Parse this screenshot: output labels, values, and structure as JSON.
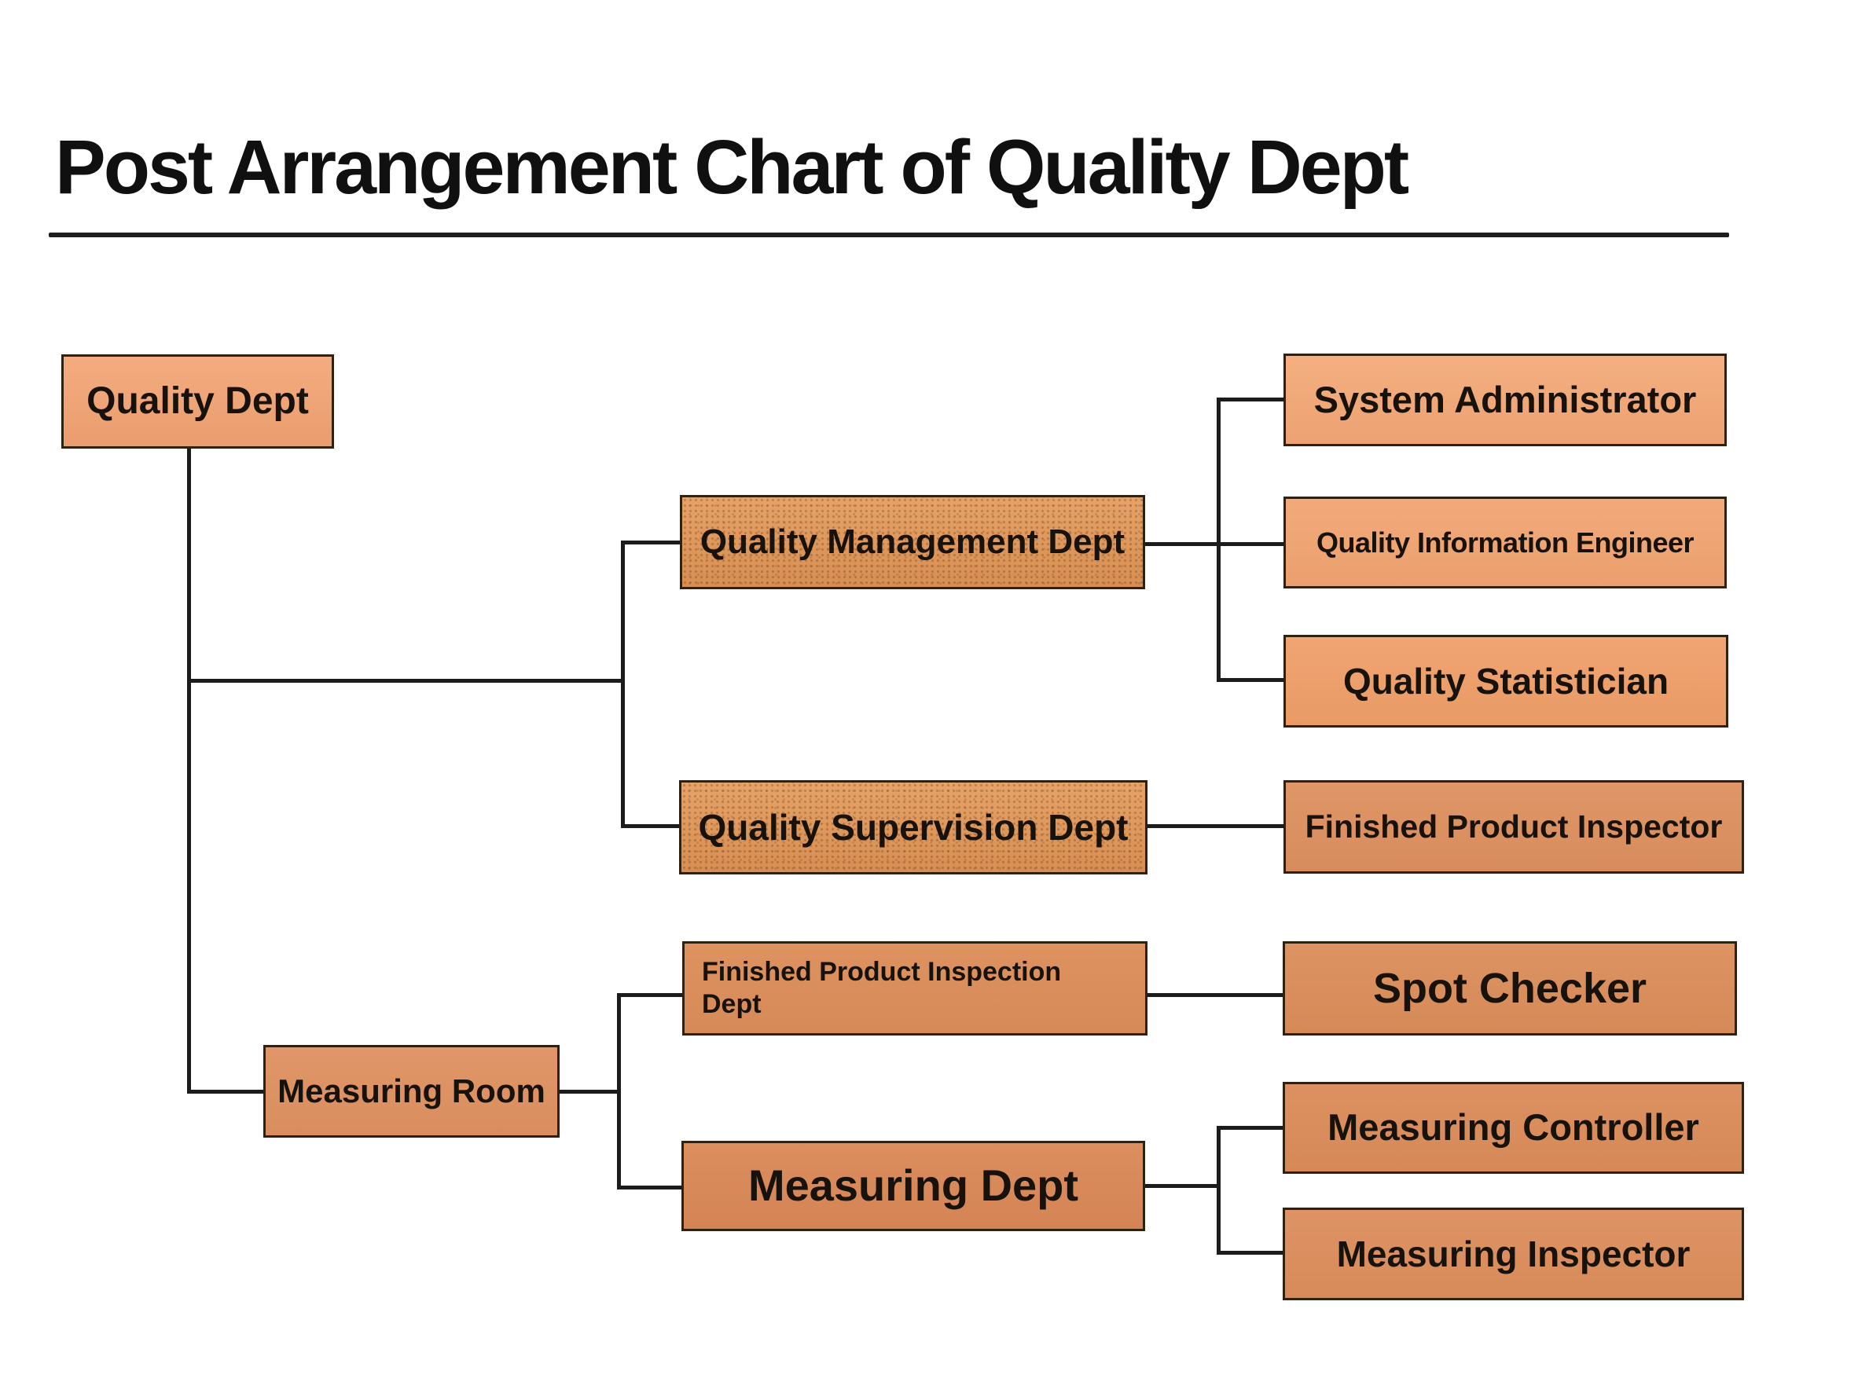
{
  "title": "Post Arrangement Chart of Quality Dept",
  "palette": {
    "box_light": "#f3ac80",
    "box_medium": "#dd9162",
    "box_textured": "#e0995c",
    "border": "#30200f",
    "line": "#1c1c1c",
    "text": "#18120c",
    "background": "#ffffff"
  },
  "nodes": {
    "quality_dept": {
      "label": "Quality Dept"
    },
    "quality_management_dept": {
      "label": "Quality Management Dept"
    },
    "system_administrator": {
      "label": "System Administrator"
    },
    "quality_information_engineer": {
      "label": "Quality Information Engineer"
    },
    "quality_statistician": {
      "label": "Quality Statistician"
    },
    "quality_supervision_dept": {
      "label": "Quality Supervision Dept"
    },
    "finished_product_inspector": {
      "label": "Finished Product Inspector"
    },
    "finished_product_inspection_dept": {
      "label": "Finished Product Inspection Dept"
    },
    "spot_checker": {
      "label": "Spot Checker"
    },
    "measuring_room": {
      "label": "Measuring Room"
    },
    "measuring_dept": {
      "label": "Measuring Dept"
    },
    "measuring_controller": {
      "label": "Measuring Controller"
    },
    "measuring_inspector": {
      "label": "Measuring Inspector"
    }
  },
  "edges": [
    {
      "from": "quality_dept",
      "to": "quality_management_dept"
    },
    {
      "from": "quality_dept",
      "to": "quality_supervision_dept"
    },
    {
      "from": "quality_dept",
      "to": "measuring_room"
    },
    {
      "from": "quality_management_dept",
      "to": "system_administrator"
    },
    {
      "from": "quality_management_dept",
      "to": "quality_information_engineer"
    },
    {
      "from": "quality_management_dept",
      "to": "quality_statistician"
    },
    {
      "from": "quality_supervision_dept",
      "to": "finished_product_inspector"
    },
    {
      "from": "measuring_room",
      "to": "finished_product_inspection_dept"
    },
    {
      "from": "measuring_room",
      "to": "measuring_dept"
    },
    {
      "from": "finished_product_inspection_dept",
      "to": "spot_checker"
    },
    {
      "from": "measuring_dept",
      "to": "measuring_controller"
    },
    {
      "from": "measuring_dept",
      "to": "measuring_inspector"
    }
  ]
}
